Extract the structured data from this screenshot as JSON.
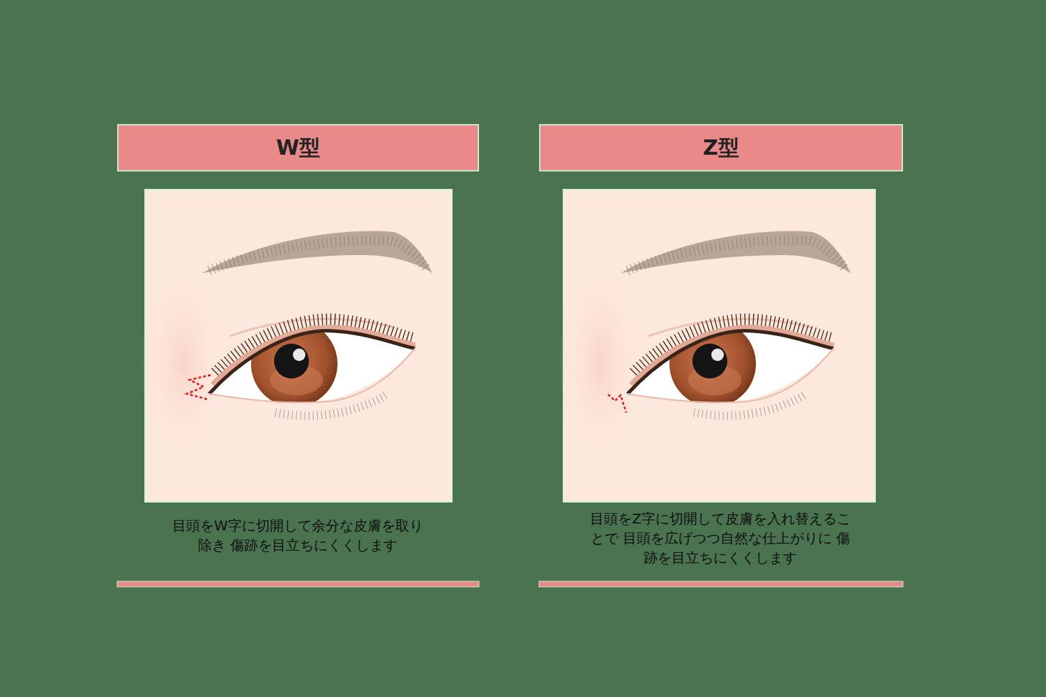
{
  "diagram": {
    "nodes": [
      {
        "text": [
          "W型"
        ]
      },
      {
        "text": [
          "Z型"
        ]
      }
    ],
    "labels": [
      "目頭をW字に切開して余分な皮膚を取り除き 傷跡を目立ちにくくします",
      "目頭をZ字に切開して皮膚を入れ替えることで 目頭を広げつつ自然な仕上がりに 傷跡を目立ちにくくします"
    ]
  }
}
